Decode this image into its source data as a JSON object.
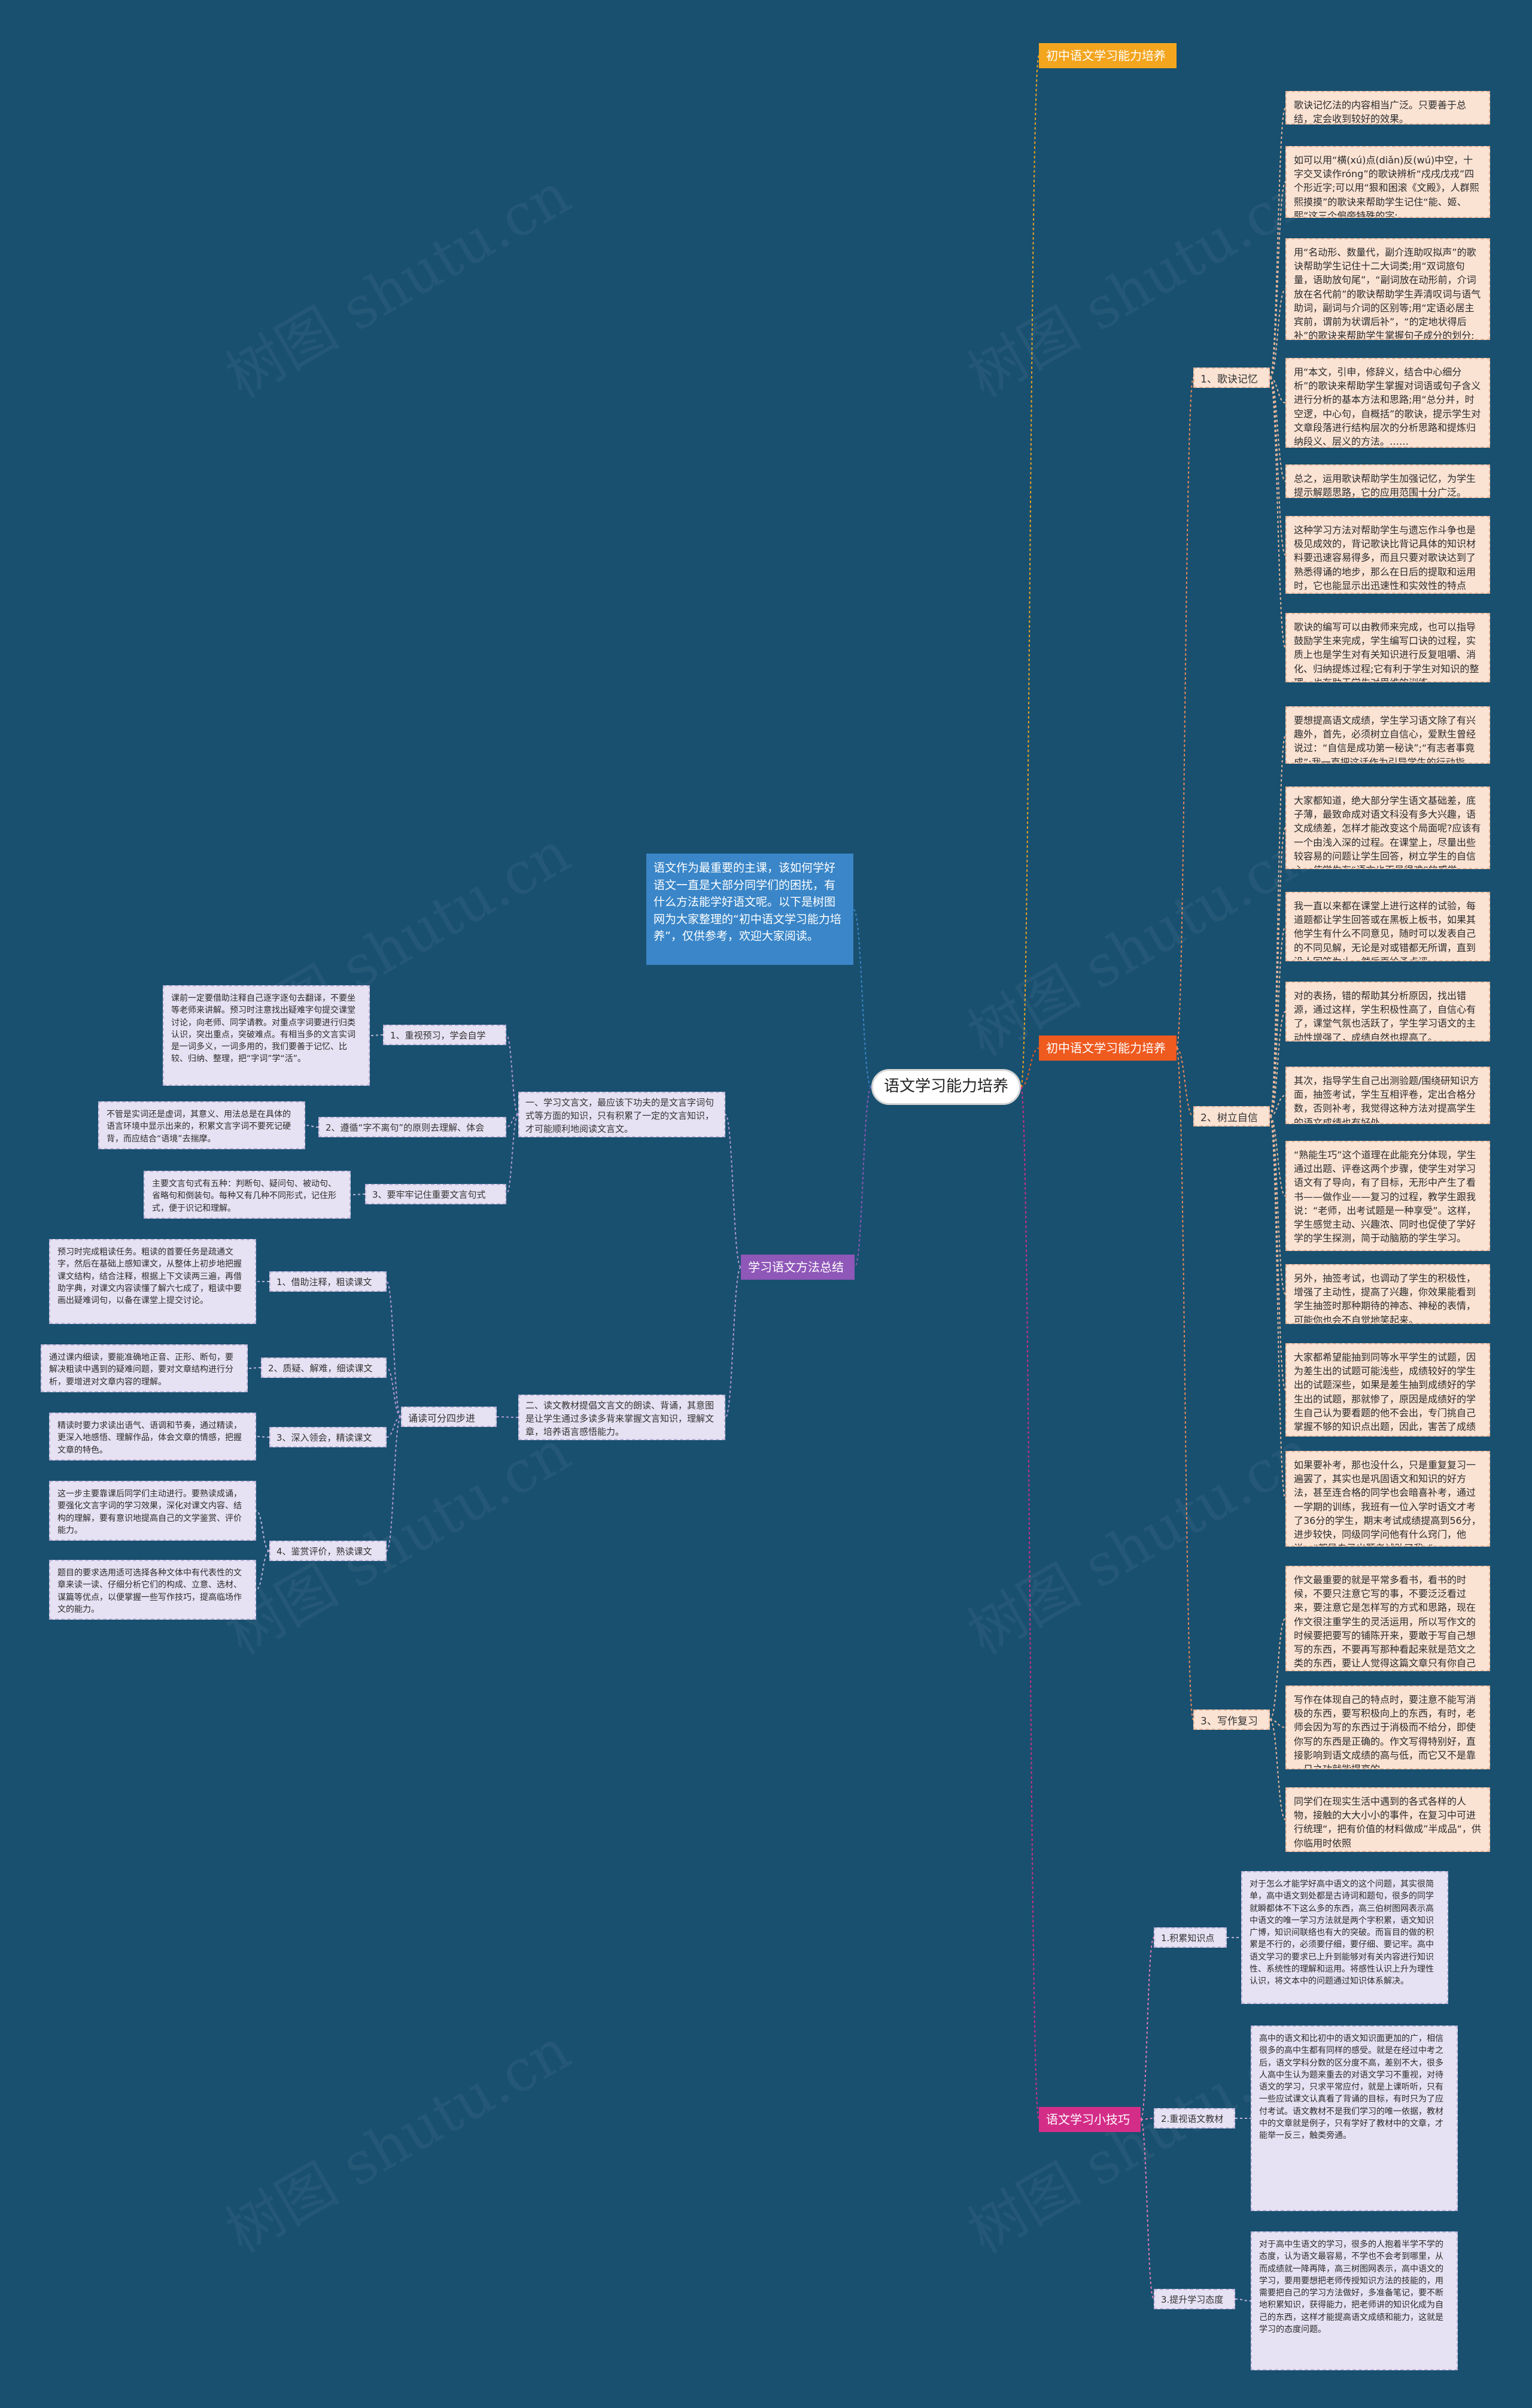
{
  "root": "语文学习能力培养",
  "intro": "语文作为最重要的主课，该如何学好语文一直是大部分同学们的困扰，有什么方法能学好语文呢。以下是树图网为大家整理的“初中语文学习能力培养”，仅供参考，欢迎大家阅读。",
  "watermark": "树图 shutu.cn",
  "branches": {
    "b1": {
      "title": "初中语文学习能力培养"
    },
    "b2": {
      "title": "初中语文学习能力培养",
      "subs": [
        {
          "label": "1、歌诀记忆法",
          "leaves": [
            "歌诀记忆法的内容相当广泛。只要善于总结，定会收到较好的效果。",
            "如可以用“横(xú)点(diǎn)反(wú)中空，十字交叉读作róng”的歌诀辨析“戍戌戊戎”四个形近字;可以用“狠和困滚《文殿》，人群熙熙摸摸”的歌诀来帮助学生记住“能、姬、熙”这三个偏旁特殊的字;",
            "用“名动形、数量代，副介连助叹拟声”的歌诀帮助学生记住十二大词类;用“双词旅句量，语助放句尾”，“副词放在动形前，介词放在名代前”的歌诀帮助学生弄清叹词与语气助词，副词与介词的区别等;用“定语必居主宾前，谓前为状谓后补”，“的定地状得后补”的歌诀来帮助学生掌握句子成分的划分;",
            "用“本文，引申，修辞义，结合中心细分析”的歌诀来帮助学生掌握对词语或句子含义进行分析的基本方法和思路;用“总分并，时空逻，中心句，自概括”的歌诀，提示学生对文章段落进行结构层次的分析思路和提炼归纳段义、层义的方法。……",
            "总之，运用歌诀帮助学生加强记忆，为学生提示解题思路，它的应用范围十分广泛。",
            "这种学习方法对帮助学生与遗忘作斗争也是极见成效的，背记歌诀比背记具体的知识材料要迅速容易得多，而且只要对歌诀达到了熟悉得诵的地步，那么在日后的提取和运用时，它也能显示出迅速性和实效性的特点来。",
            "歌诀的编写可以由教师来完成，也可以指导鼓励学生来完成，学生编写口诀的过程，实质上也是学生对有关知识进行反复咀嚼、消化、归纳提炼过程;它有利于学生对知识的整理，也有助于学生对思维的训练。"
          ]
        },
        {
          "label": "2、树立自信法",
          "leaves": [
            "要想提高语文成绩，学生学习语文除了有兴趣外，首先，必须树立自信心，爱默生曾经说过：“自信是成功第一秘诀”;“有志者事竟成”;我一直把这话作为引导学生的行动指南。",
            "大家都知道，绝大部分学生语文基础差，底子薄，最致命成对语文科没有多大兴趣，语文成绩差，怎样才能改变这个局面呢?应该有一个由浅入深的过程。在课堂上，尽量出些较容易的问题让学生回答，树立学生的自信心，使学生有“语文也不是很难”的感觉。",
            "我一直以来都在课堂上进行这样的试验，每道题都让学生回答或在黑板上板书，如果其他学生有什么不同意见，随时可以发表自己的不同见解，无论是对或错都无所谓，直到没人回答为止，然后再给予点评。",
            "对的表扬，错的帮助其分析原因，找出错源，通过这样，学生积极性高了，自信心有了，课堂气氛也活跃了，学生学习语文的主动性增强了，成绩自然也提高了。",
            "其次，指导学生自己出测验题/围绕研知识方面，抽签考试，学生互相评卷，定出合格分数，否则补考，我觉得这种方法对提高学生的语文成绩也有好处。",
            "“熟能生巧”这个道理在此能充分体现，学生通过出题、评卷这两个步骤，使学生对学习语文有了导向，有了目标，无形中产生了看书——做作业——复习的过程，教学生跟我说：“老师，出考试题是一种享受”。这样，学生感觉主动、兴趣浓、同时也促使了学好学的学生探测，简于动脑筋的学生学习。",
            "另外，抽签考试，也调动了学生的积极性，增强了主动性，提高了兴趣，你效果能看到学生抽签时那种期待的神态、神秘的表情，可能你也会不自觉地笑起来。",
            "大家都希望能抽到同等水平学生的试题，因为差生出的试题可能浅些，成绩较好的学生出的试题深些，如果是差生抽到成绩好的学生出的试题，那就惨了，原因是成绩好的学生自己认为要看题的他不会出，专门挑自己掌握不够的知识点出题，因此，害苦了成绩差的同学。",
            "如果要补考，那也没什么，只是重复复习一遍罢了，其实也是巩固语文和知识的好方法，甚至连合格的同学也会暗喜补考，通过一学期的训练，我班有一位入学时语文才考了36分的学生，期末考试成绩提高到56分，进步较快，同级同学问他有什么窍门，他说：“都是自己出题考试助了我。”"
          ]
        },
        {
          "label": "3、写作复习法",
          "leaves": [
            "作文最重要的就是平常多看书，看书的时候，不要只注意它写的事，不要泛泛看过来，要注意它是怎样写的方式和思路，现在作文很注重学生的灵活运用，所以写作文的时候要把要写的铺陈开来，要敢于写自己想写的东西，不要再写那种看起来就是范文之类的东西，要让人觉得这篇文章只有你自己才能写出来。",
            "写作在体现自己的特点时，要注意不能写消极的东西，要写积极向上的东西，有时，老师会因为写的东西过于消极而不给分，即使你写的东西是正确的。作文写得特别好，直接影响到语文成绩的高与低，而它又不是靠一日之功就能提高的。",
            "同学们在现实生活中遇到的各式各样的人物，接触的大大小小的事件，在复习中可进行统理“，把有价值的材料做成”半成品“，供你临用时依照"
          ]
        }
      ]
    },
    "b3": {
      "title": "学习语文方法总结",
      "groups": [
        {
          "label": "一、学习文言文，最应该下功夫的是文言字词句式等方面的知识，只有积累了一定的文言知识，才可能顺利地阅读文言文。",
          "subs": [
            {
              "label": "1、重视预习，学会自学",
              "leaf": "课前一定要借助注释自己逐字逐句去翻译，不要坐等老师来讲解。预习时注意找出疑难字句提交课堂讨论，向老师、同学请教。对重点字词要进行归类认识，突出重点，突破难点。有相当多的文言实词是一词多义，一词多用的，我们要善于记忆、比较、归纳、整理，把“字词”学“活”。"
            },
            {
              "label": "2、遵循“字不离句”的原则去理解、体会",
              "leaf": "不管是实词还是虚词，其意义、用法总是在具体的语言环境中显示出来的，积累文言字词不要死记硬背，而应结合“语境”去揣摩。"
            },
            {
              "label": "3、要牢牢记住重要文言句式",
              "leaf": "主要文言句式有五种：判断句、疑问句、被动句、省略句和倒装句。每种又有几种不同形式，记住形式，便于识记和理解。"
            }
          ]
        },
        {
          "label": "二、读文教材提倡文言文的朗读、背诵，其意图是让学生通过多读多背来掌握文言知识，理解文章，培养语言感悟能力。",
          "mid": "诵读可分四步进行：",
          "subs": [
            {
              "label": "1、借助注释，粗读课文",
              "leaf": "预习时完成粗读任务。粗读的首要任务是疏通文字，然后在基础上感知课文，从整体上初步地把握课文结构，结合注释，根据上下文读两三遍，再借助字典，对课文内容读懂了解六七成了，粗读中要画出疑难词句，以备在课堂上提交讨论。"
            },
            {
              "label": "2、质疑、解难，细读课文",
              "leaf": "通过课内细读，要能准确地正音、正形、断句，要解决粗读中遇到的疑难问题，要对文章结构进行分析，要增进对文章内容的理解。"
            },
            {
              "label": "3、深入领会，精读课文",
              "leaf": "精读时要力求读出语气、语调和节奏，通过精读，更深入地感悟、理解作品，体会文章的情感，把握文章的特色。"
            },
            {
              "label": "4、鉴赏评价，熟读课文",
              "leaf": "这一步主要靠课后同学们主动进行。要熟读成诵，要强化文言字词的学习效果，深化对课文内容、结构的理解，要有意识地提高自己的文学鉴赏、评价能力。"
            }
          ],
          "extra": "题目的要求选用适可选择各种文体中有代表性的文章来读一读、仔细分析它们的构成、立意、选材、谋篇等优点，以便掌握一些写作技巧，提高临场作文的能力。"
        }
      ]
    },
    "b4": {
      "title": "语文学习小技巧",
      "subs": [
        {
          "label": "1.积累知识点",
          "leaf": "对于怎么才能学好高中语文的这个问题，其实很简单，高中语文到处都是古诗词和题句，很多的同学就瞬都体不下这么多的东西，高三伯树图网表示高中语文的唯一学习方法就是两个字积累，语文知识广博，知识间联络也有大的突破。而盲目的做的积累是不行的，必须要仔细，要仔细、要记牢。高中语文学习的要求已上升到能够对有关内容进行知识性、系统性的理解和运用。将感性认识上升为理性认识，将文本中的问题通过知识体系解决。"
        },
        {
          "label": "2.重视语文教材",
          "leaf": "高中的语文和比初中的语文知识面更加的广，相信很多的高中生都有同样的感受。就是在经过中考之后，语文学科分数的区分度不高，差别不大，很多人高中生认为题来重去的对语文学习不重视，对待语文的学习，只求平常应付，就是上课听听，只有一些应试课文认真看了背诵的目标，有时只为了应付考试。语文教材不是我们学习的唯一依据，教材中的文章就是例子，只有学好了教材中的文章，才能举一反三，触类旁通。"
        },
        {
          "label": "3.提升学习态度",
          "leaf": "对于高中生语文的学习，很多的人抱着半学不学的态度，认为语文最容易，不学也不会考到哪里，从而成绩就一降再降，高三树图网表示，高中语文的学习，要用要想把老师传授知识方法的技能的，用需要把自己的学习方法做好，多准备笔记，要不断地积累知识，获得能力，把老师讲的知识化成为自己的东西，这样才能提高语文成绩和能力，这就是学习的态度问题。"
        }
      ]
    }
  }
}
